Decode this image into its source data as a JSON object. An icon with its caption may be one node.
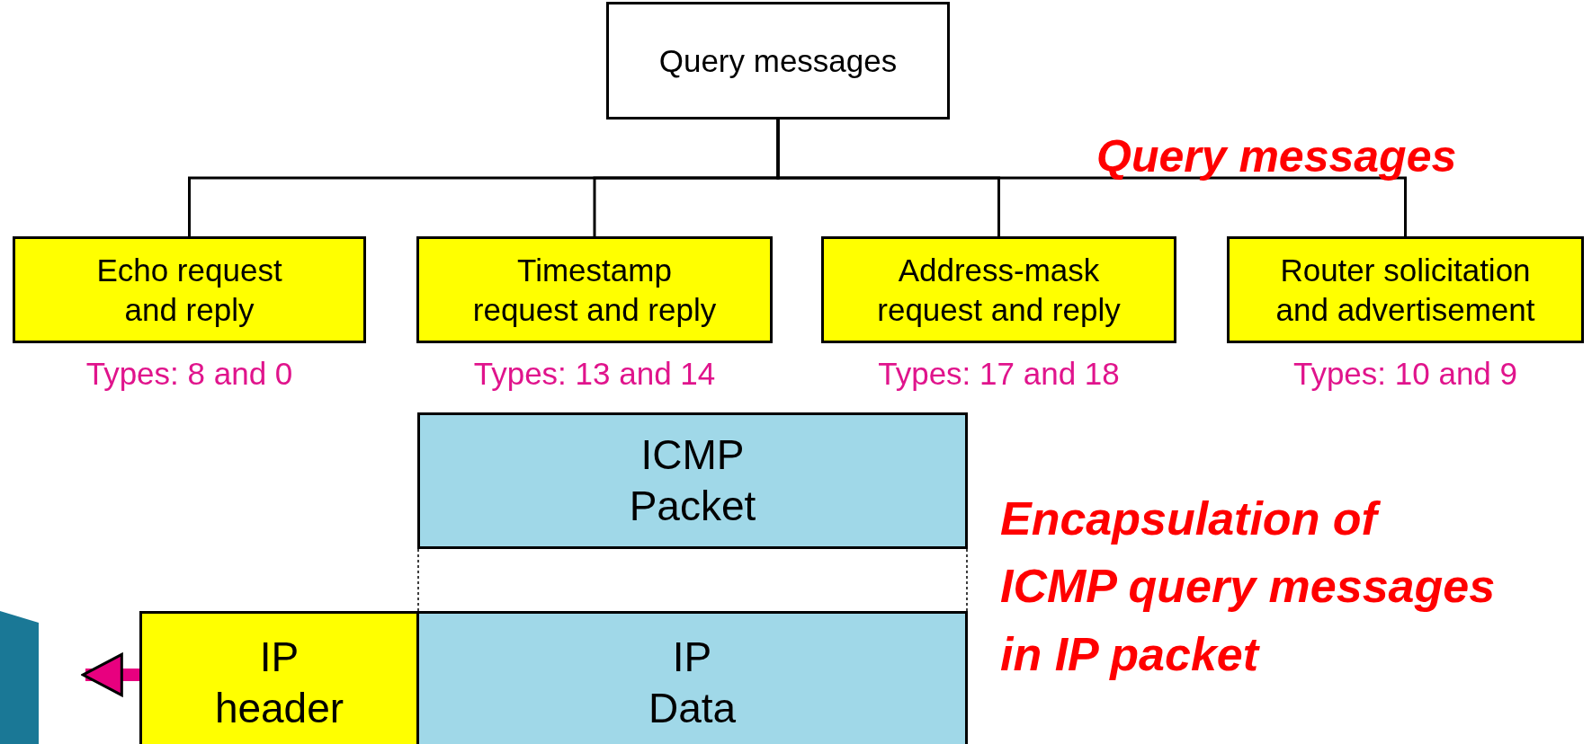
{
  "diagram": {
    "nodes": [
      {
        "text": [
          "Query messages"
        ]
      },
      {
        "text": [
          "Echo request and reply"
        ],
        "beside": [
          "Types: 8 and 0"
        ]
      },
      {
        "text": [
          "Timestamp request and reply"
        ],
        "beside": [
          "Types: 13 and 14"
        ]
      },
      {
        "text": [
          "Address-mask request and reply"
        ],
        "beside": [
          "Types: 17 and 18"
        ]
      },
      {
        "text": [
          "Router solicitation and advertisement"
        ],
        "beside": [
          "Types: 10 and 9"
        ]
      },
      {
        "text": [
          "ICMP Packet"
        ]
      },
      {
        "text": [
          "IP header"
        ]
      },
      {
        "text": [
          "IP Data"
        ]
      }
    ],
    "edges": [
      {
        "from": 0,
        "to": 1,
        "arrow": "none"
      },
      {
        "from": 0,
        "to": 2,
        "arrow": "none"
      },
      {
        "from": 0,
        "to": 3,
        "arrow": "none"
      },
      {
        "from": 0,
        "to": 4,
        "arrow": "none"
      },
      {
        "from": 5,
        "to": 7,
        "arrow": "none",
        "style": "dashed"
      },
      {
        "from": 5,
        "to": 7,
        "arrow": "none",
        "style": "dashed"
      },
      {
        "from": 6,
        "to": null,
        "arrow": "to",
        "style": "thick",
        "color": "#e8007f"
      }
    ],
    "labels": [
      "Query messages",
      "Encapsulation of ICMP query messages in IP packet"
    ]
  }
}
